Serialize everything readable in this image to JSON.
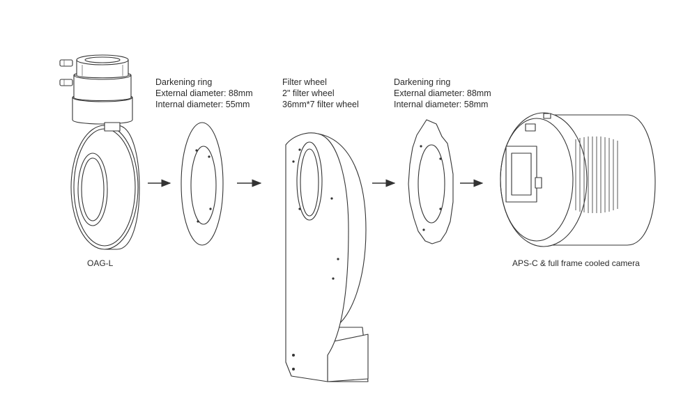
{
  "oag": {
    "caption": "OAG-L"
  },
  "ring1": {
    "title": "Darkening ring",
    "external": "External diameter: 88mm",
    "internal": "Internal diameter: 55mm"
  },
  "filter_wheel": {
    "title": "Filter wheel",
    "line2": "2\" filter wheel",
    "line3": "36mm*7 filter wheel"
  },
  "ring2": {
    "title": "Darkening ring",
    "external": "External diameter: 88mm",
    "internal": "Internal diameter: 58mm"
  },
  "camera": {
    "caption": "APS-C & full frame cooled camera"
  },
  "colors": {
    "line": "#333333",
    "background": "#ffffff"
  }
}
